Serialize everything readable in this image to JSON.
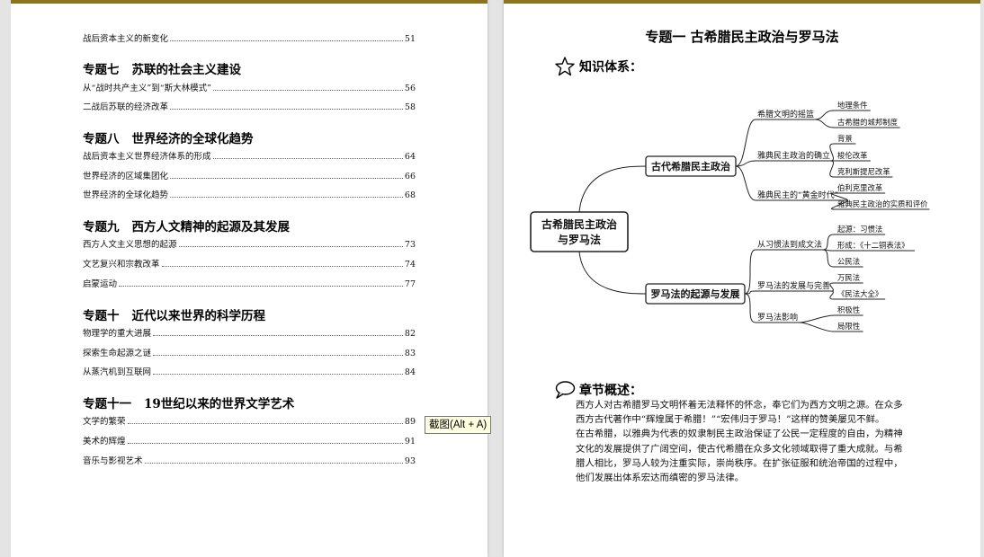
{
  "toc": {
    "first_entry": {
      "text": "战后资本主义的新变化",
      "page": "51"
    },
    "sections": [
      {
        "number": "专题七",
        "title": "苏联的社会主义建设",
        "entries": [
          {
            "text": "从“战时共产主义”到“斯大林模式”",
            "page": "56"
          },
          {
            "text": "二战后苏联的经济改革",
            "page": "58"
          }
        ]
      },
      {
        "number": "专题八",
        "title": "世界经济的全球化趋势",
        "entries": [
          {
            "text": "战后资本主义世界经济体系的形成",
            "page": "64"
          },
          {
            "text": "世界经济的区域集团化",
            "page": "66"
          },
          {
            "text": "世界经济的全球化趋势",
            "page": "68"
          }
        ]
      },
      {
        "number": "专题九",
        "title": "西方人文精神的起源及其发展",
        "entries": [
          {
            "text": "西方人文主义思想的起源",
            "page": "73"
          },
          {
            "text": "文艺复兴和宗教改革",
            "page": "74"
          },
          {
            "text": "启蒙运动",
            "page": "77"
          }
        ]
      },
      {
        "number": "专题十",
        "title": "近代以来世界的科学历程",
        "entries": [
          {
            "text": "物理学的重大进展",
            "page": "82"
          },
          {
            "text": "探索生命起源之谜",
            "page": "83"
          },
          {
            "text": "从蒸汽机到互联网",
            "page": "84"
          }
        ]
      },
      {
        "number": "专题十一",
        "title": "19世纪以来的世界文学艺术",
        "entries": [
          {
            "text": "文学的繁荣",
            "page": "89"
          },
          {
            "text": "美术的辉煌",
            "page": "91"
          },
          {
            "text": "音乐与影视艺术",
            "page": "93"
          }
        ]
      }
    ]
  },
  "tooltip": "截图(Alt + A)",
  "chapter": {
    "title": "专题一  古希腊民主政治与罗马法",
    "knowledge_heading": "知识体系：",
    "overview_heading": "章节概述：",
    "overview_lines": [
      "西方人对古希腊罗马文明怀着无法释怀的怀念，奉它们为西方文明之源。在众多",
      "西方古代著作中“辉煌属于希腊！”“宏伟归于罗马！”这样的赞美屡见不鲜。",
      "在古希腊，以雅典为代表的奴隶制民主政治保证了公民一定程度的自由，为精神",
      "文化的发展提供了广阔空间，使古代希腊在众多文化领域取得了重大成就。与希",
      "腊人相比，罗马人较为注重实际，崇尚秩序。在扩张征服和统治帝国的过程中，",
      "他们发展出体系宏达而缜密的罗马法律。"
    ]
  },
  "mindmap": {
    "root": "古希腊民主政治\n与罗马法",
    "branches": [
      {
        "label": "古代希腊民主政治",
        "children": [
          {
            "label": "希腊文明的摇篮",
            "leaves": [
              "地理条件",
              "古希腊的城邦制度"
            ]
          },
          {
            "label": "雅典民主政治的确立",
            "leaves": [
              "背景",
              "梭伦改革",
              "克利斯提尼改革"
            ]
          },
          {
            "label": "雅典民主的“黄金时代”",
            "leaves": [
              "伯利克里改革",
              "雅典民主政治的实质和评价"
            ]
          }
        ]
      },
      {
        "label": "罗马法的起源与发展",
        "children": [
          {
            "label": "从习惯法到成文法",
            "leaves": [
              "起源：习惯法",
              "形成：《十二铜表法》",
              "公民法"
            ]
          },
          {
            "label": "罗马法的发展与完善",
            "leaves": [
              "万民法",
              "《民法大全》"
            ]
          },
          {
            "label": "罗马法影响",
            "leaves": [
              "积极性",
              "局限性"
            ]
          }
        ]
      }
    ]
  }
}
